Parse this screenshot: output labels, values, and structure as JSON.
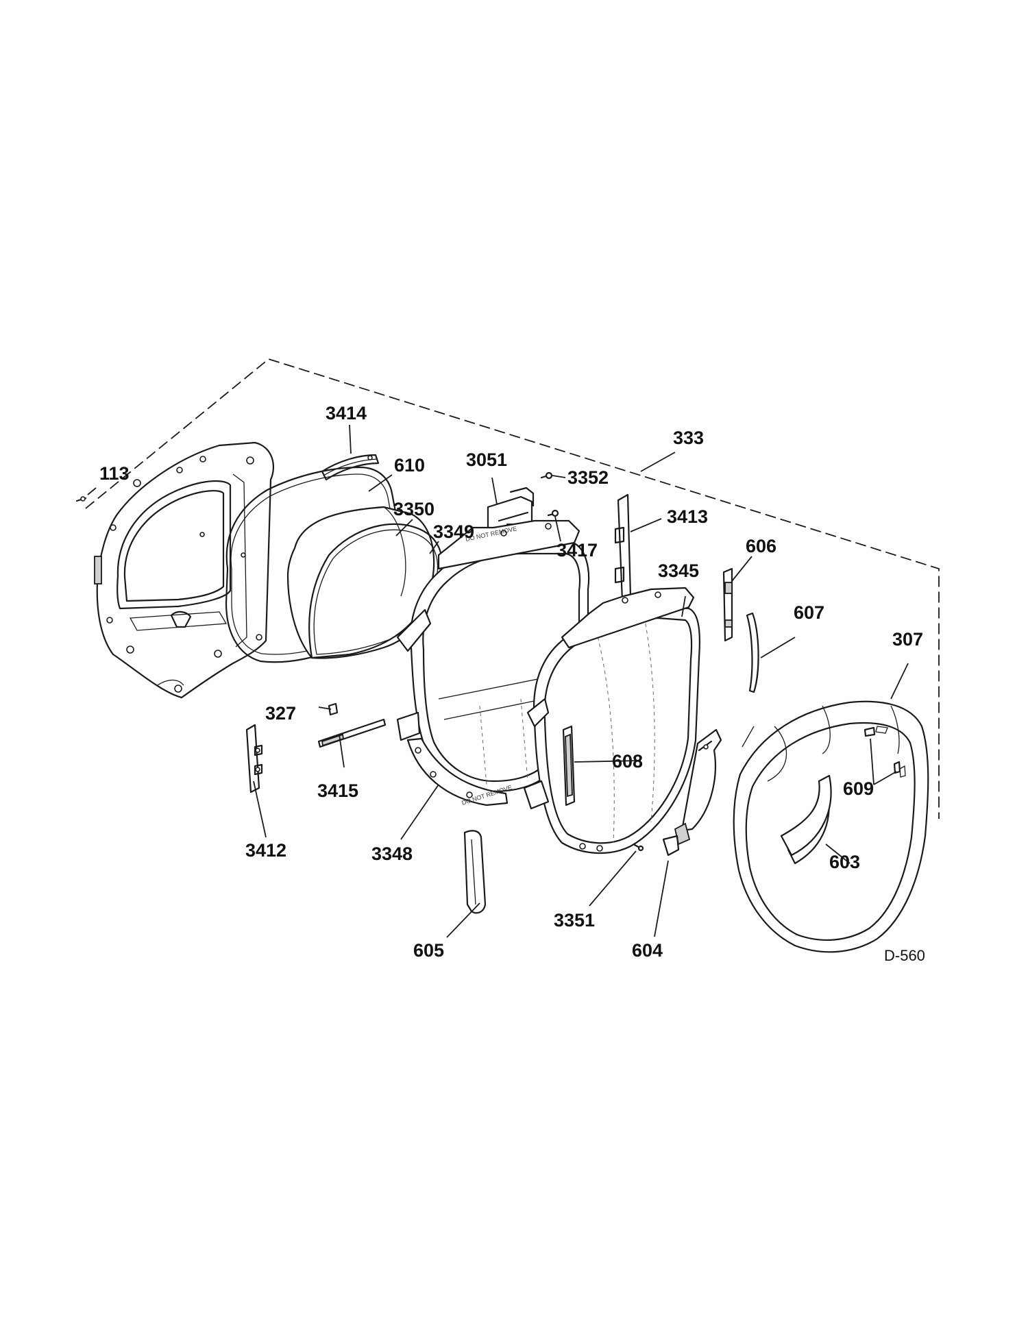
{
  "callouts": [
    {
      "id": "113",
      "label": "113"
    },
    {
      "id": "3414",
      "label": "3414"
    },
    {
      "id": "610",
      "label": "610"
    },
    {
      "id": "3350",
      "label": "3350"
    },
    {
      "id": "3349",
      "label": "3349"
    },
    {
      "id": "3051",
      "label": "3051"
    },
    {
      "id": "3352",
      "label": "3352"
    },
    {
      "id": "3417",
      "label": "3417"
    },
    {
      "id": "3413",
      "label": "3413"
    },
    {
      "id": "333",
      "label": "333"
    },
    {
      "id": "606",
      "label": "606"
    },
    {
      "id": "3345",
      "label": "3345"
    },
    {
      "id": "607",
      "label": "607"
    },
    {
      "id": "307",
      "label": "307"
    },
    {
      "id": "327",
      "label": "327"
    },
    {
      "id": "3415",
      "label": "3415"
    },
    {
      "id": "3412",
      "label": "3412"
    },
    {
      "id": "3348",
      "label": "3348"
    },
    {
      "id": "608",
      "label": "608"
    },
    {
      "id": "609",
      "label": "609"
    },
    {
      "id": "603",
      "label": "603"
    },
    {
      "id": "605",
      "label": "605"
    },
    {
      "id": "3351",
      "label": "3351"
    },
    {
      "id": "604",
      "label": "604"
    }
  ],
  "diagram_ref": "D-560",
  "imprint_text": "DO NOT REMOVE"
}
